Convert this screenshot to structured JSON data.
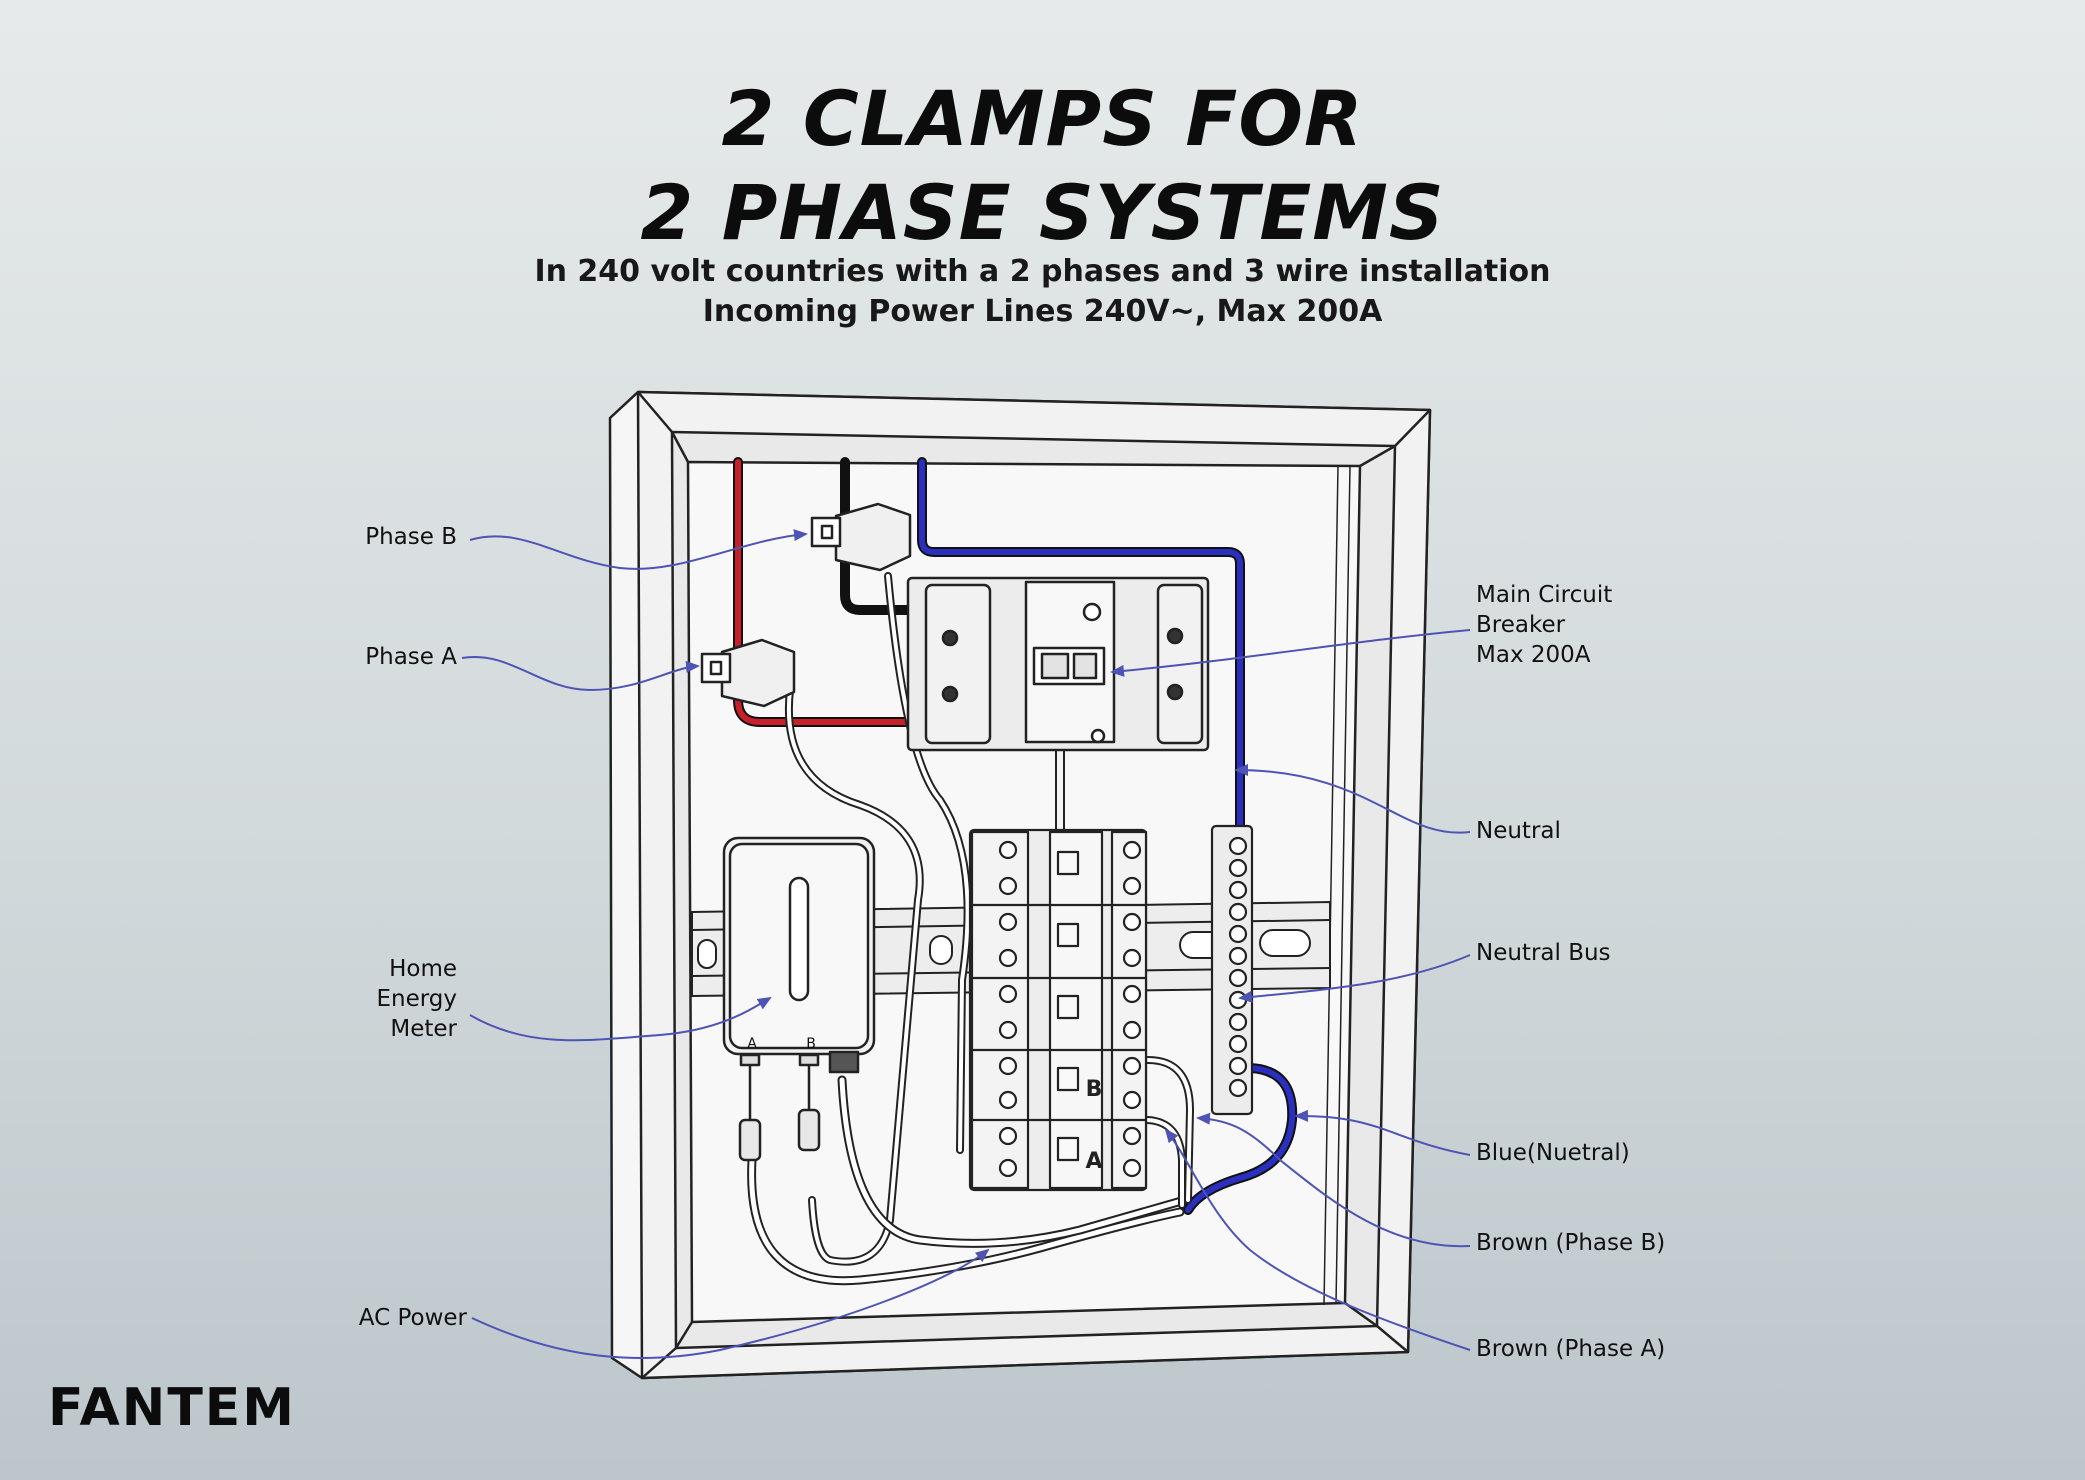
{
  "title": {
    "line1": "2 CLAMPS FOR",
    "line2": "2 PHASE SYSTEMS"
  },
  "subtitle": {
    "line1": "In 240 volt countries with a 2 phases and 3 wire installation",
    "line2": "Incoming Power Lines 240V~, Max 200A"
  },
  "labels": {
    "phase_b": "Phase B",
    "phase_a": "Phase A",
    "home_energy_meter": [
      "Home",
      "Energy",
      "Meter"
    ],
    "ac_power": "AC Power",
    "main_breaker": [
      "Main Circuit",
      "Breaker",
      "Max 200A"
    ],
    "neutral": "Neutral",
    "neutral_bus": "Neutral Bus",
    "blue_neutral": "Blue(Nuetral)",
    "brown_phase_b": "Brown (Phase B)",
    "brown_phase_a": "Brown (Phase A)"
  },
  "device_marks": {
    "meter_a": "A",
    "meter_b": "B",
    "breaker_b": "B",
    "breaker_a": "A"
  },
  "brand": "FANTEM",
  "colors": {
    "wire_red": "#c8202a",
    "wire_blue": "#2a2fbf",
    "wire_black": "#111111",
    "callout_line": "#4d54b4",
    "panel_fill": "#f4f4f4"
  }
}
